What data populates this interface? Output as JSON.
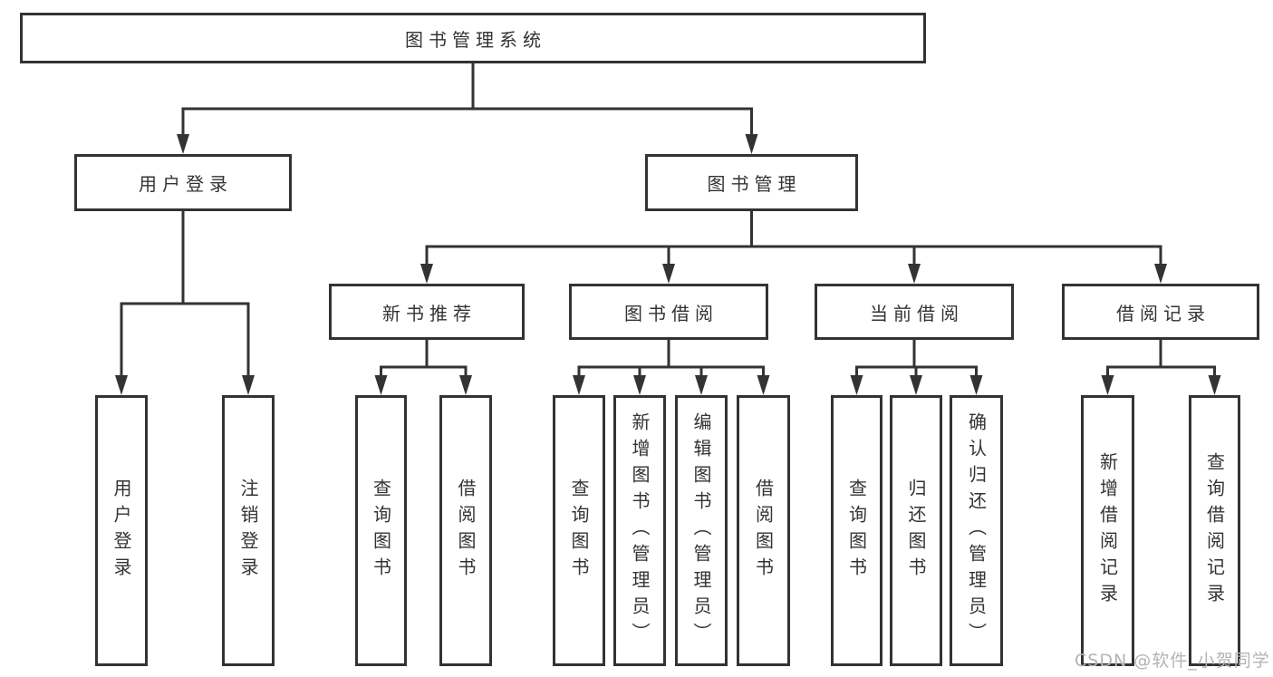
{
  "diagram": {
    "root": {
      "label": "图书管理系统"
    },
    "branches": [
      {
        "label": "用户登录",
        "children": [
          {
            "label": "用户登录"
          },
          {
            "label": "注销登录"
          }
        ]
      },
      {
        "label": "图书管理",
        "children": [
          {
            "label": "新书推荐",
            "children": [
              {
                "label": "查询图书"
              },
              {
                "label": "借阅图书"
              }
            ]
          },
          {
            "label": "图书借阅",
            "children": [
              {
                "label": "查询图书"
              },
              {
                "label": "新增图书（管理员）"
              },
              {
                "label": "编辑图书（管理员）"
              },
              {
                "label": "借阅图书"
              }
            ]
          },
          {
            "label": "当前借阅",
            "children": [
              {
                "label": "查询图书"
              },
              {
                "label": "归还图书"
              },
              {
                "label": "确认归还（管理员）"
              }
            ]
          },
          {
            "label": "借阅记录",
            "children": [
              {
                "label": "新增借阅记录"
              },
              {
                "label": "查询借阅记录"
              }
            ]
          }
        ]
      }
    ]
  },
  "watermark": {
    "text": "CSDN @软件_小贺同学",
    "color": "#b4b4b4"
  },
  "colors": {
    "line": "#333333",
    "text": "#333333",
    "box_bg": "#ffffff"
  }
}
